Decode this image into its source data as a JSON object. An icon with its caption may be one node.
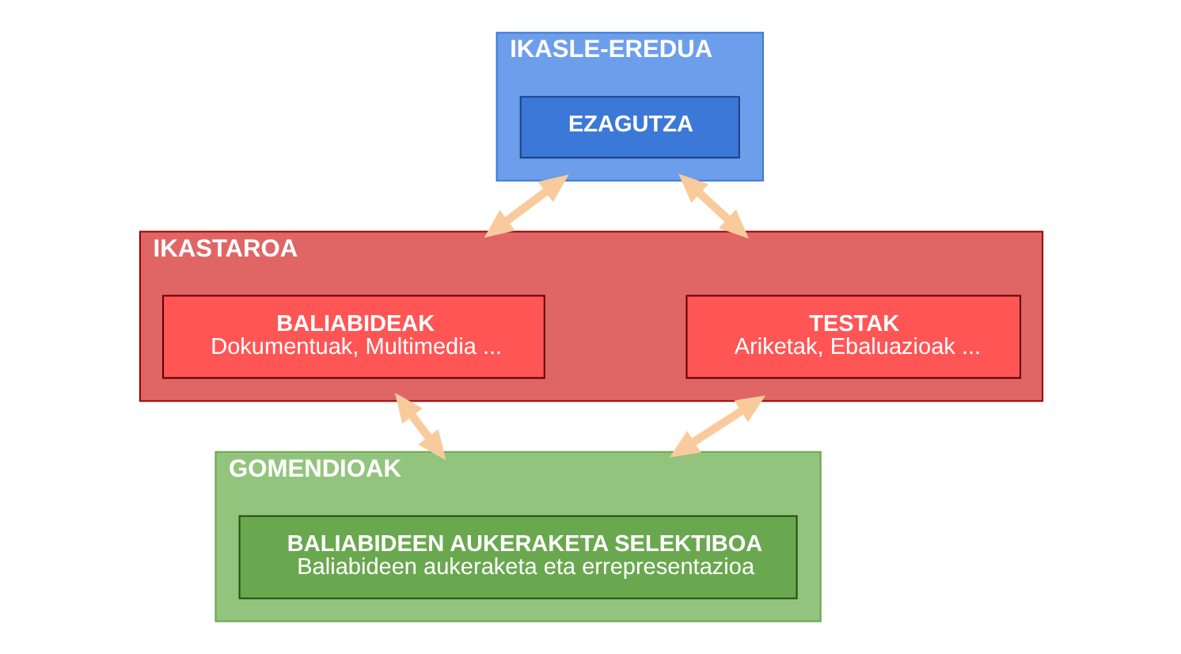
{
  "diagram": {
    "nodes": [
      {
        "text": [
          "IKASLE-EREDUA"
        ]
      },
      {
        "text": [
          "EZAGUTZA"
        ],
        "in": 0
      },
      {
        "text": [
          "IKASTAROA"
        ]
      },
      {
        "text": [
          "BALIABIDEAK",
          "Dokumentuak, Multimedia ..."
        ],
        "in": 2
      },
      {
        "text": [
          "TESTAK",
          "Ariketak, Ebaluazioak ..."
        ],
        "in": 2
      },
      {
        "text": [
          "GOMENDIOAK"
        ]
      },
      {
        "text": [
          "BALIABIDEEN AUKERAKETA SELEKTIBOA",
          "Baliabideen aukeraketa eta errepresentazioa"
        ],
        "in": 5
      }
    ],
    "edges": [
      {
        "from": 0,
        "to": 2,
        "arrow": "both"
      },
      {
        "from": 0,
        "to": 2,
        "arrow": "both"
      },
      {
        "from": 2,
        "to": 5,
        "arrow": "both"
      },
      {
        "from": 2,
        "to": 5,
        "arrow": "both"
      }
    ]
  }
}
